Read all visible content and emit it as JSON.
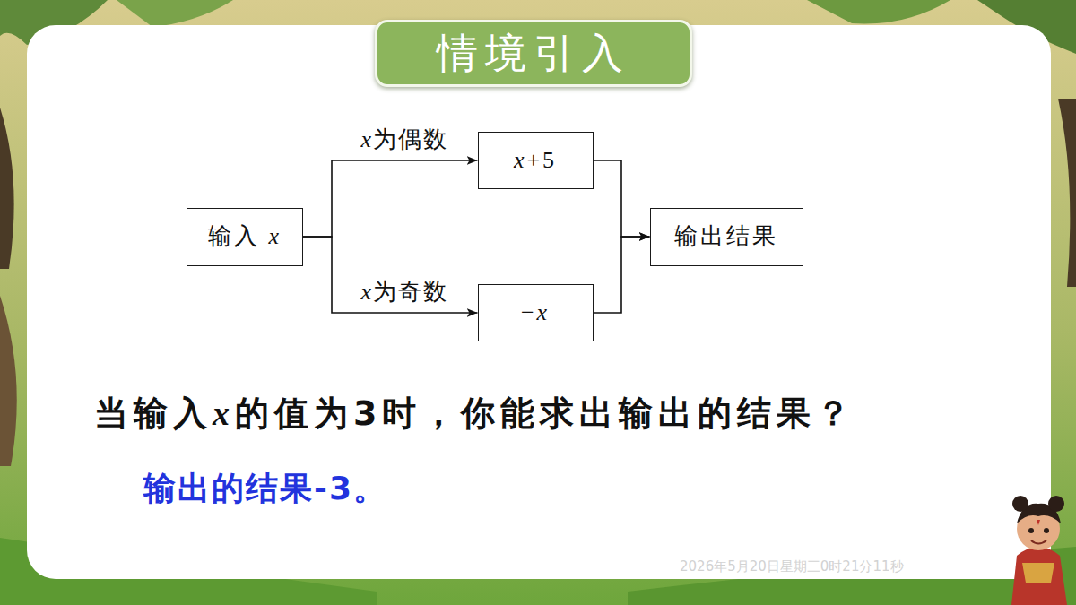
{
  "diagram": {
    "title": "情境引入",
    "nodes": [
      {
        "text": [
          "输入 x"
        ]
      },
      {
        "text": [
          "x+5"
        ]
      },
      {
        "text": [
          "−x"
        ]
      },
      {
        "text": [
          "输出结果"
        ]
      }
    ],
    "edges": [
      {
        "from": 0,
        "to": 1,
        "arrow": "to",
        "label": "x为偶数"
      },
      {
        "from": 0,
        "to": 2,
        "arrow": "to",
        "label": "x为奇数"
      },
      {
        "from": 1,
        "to": 3,
        "arrow": "to"
      },
      {
        "from": 2,
        "to": 3,
        "arrow": "to"
      }
    ],
    "labels": [
      "当输入x的值为3时，你能求出输出的结果？",
      "输出的结果-3。",
      "2026年5月20日星期三0时21分11秒"
    ]
  }
}
